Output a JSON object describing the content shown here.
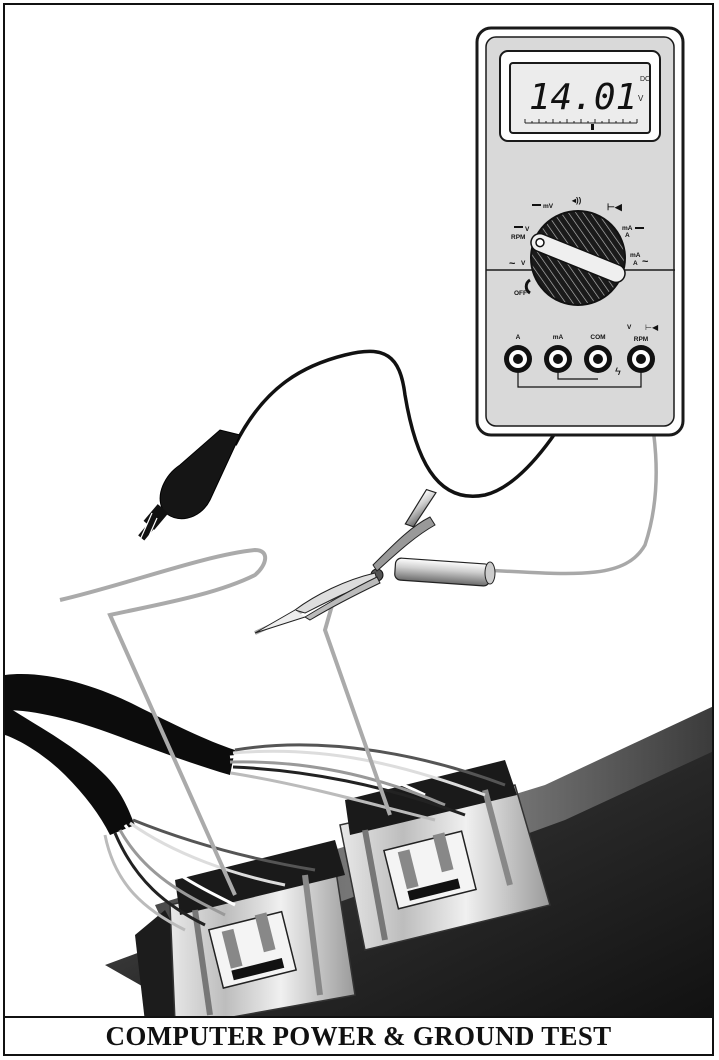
{
  "figure": {
    "caption": "COMPUTER POWER & GROUND TEST"
  },
  "meter": {
    "display": {
      "reading": "14.01",
      "mode": "DC",
      "unit": "V"
    },
    "dial": {
      "positions": {
        "mv": "mV",
        "rpm_v_unit": "V",
        "rpm_v_label": "RPM",
        "ac_v": "V",
        "off": "OFF",
        "ma_dc_top": "mA",
        "ma_dc_bottom": "A",
        "ma_ac_top": "mA",
        "ma_ac_bottom": "A"
      }
    },
    "jacks": {
      "a": "A",
      "ma": "mA",
      "com": "COM",
      "v_rpm_top": "V",
      "v_rpm_bottom": "RPM"
    }
  },
  "colors": {
    "meter_body": "#d9d9d9",
    "meter_outline": "#1a1a1a",
    "lcd_bg": "#ececec",
    "black_lead": "#111111",
    "red_lead": "#a8a8a8",
    "computer_case": "#2a2a2a",
    "harness": "#0c0c0c"
  },
  "icons": {
    "dial_knob": "rotary-selector-icon",
    "diode": "diode-icon",
    "continuity": "continuity-icon",
    "probe_black": "back-probe-black-icon",
    "probe_red": "alligator-clip-red-icon",
    "connector": "ecu-connector-icon"
  }
}
